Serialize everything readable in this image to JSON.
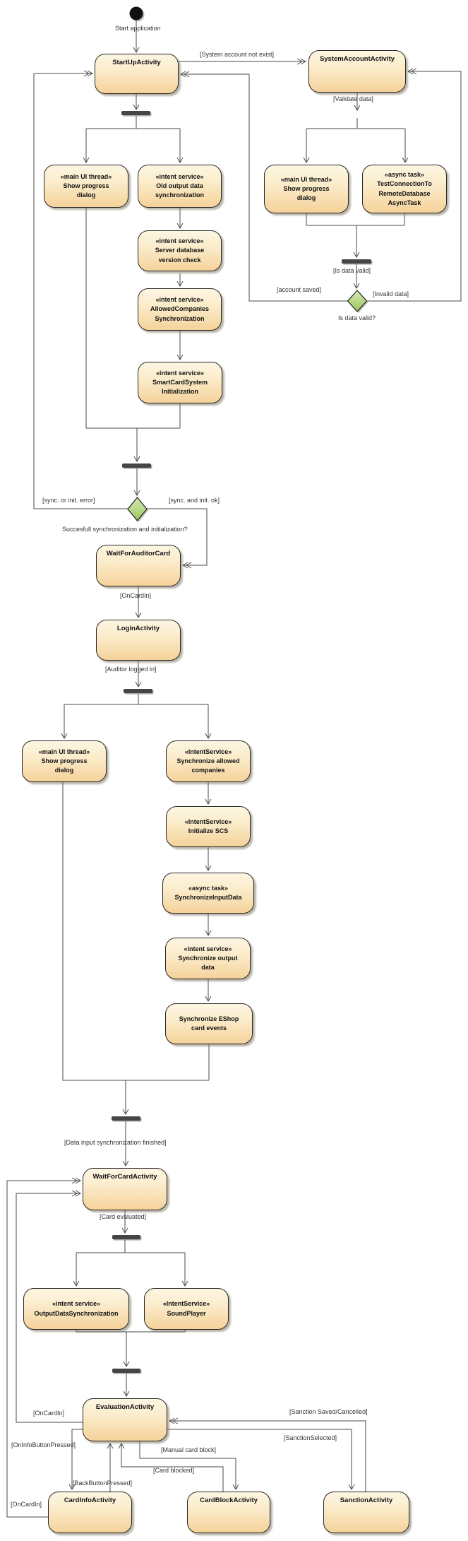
{
  "diagram": {
    "type": "uml-activity-diagram",
    "colors": {
      "node_fill_top": "#fdf6e3",
      "node_fill_bottom": "#f5d29a",
      "node_border": "#262626",
      "fork_join_bar": "#454545",
      "decision_fill_top": "#d8eab2",
      "decision_fill_bottom": "#97c55e",
      "edge_line": "#4a4a4a",
      "label_text": "#333333",
      "initial_node": "#111111"
    }
  },
  "nodes": {
    "startup": {
      "name": "StartUpActivity"
    },
    "system_account": {
      "name": "SystemAccountActivity"
    },
    "show_progress_1": {
      "stereotype": "«main UI thread»",
      "name": "Show progress\ndialog"
    },
    "old_output": {
      "stereotype": "«intent service»",
      "name": "Old output data\nsynchronization"
    },
    "server_db": {
      "stereotype": "«intent service»",
      "name": "Server database\nversion check"
    },
    "allowed_companies": {
      "stereotype": "«intent service»",
      "name": "AllowedCompanies\nSynchronization"
    },
    "smartcard": {
      "stereotype": "«intent service»",
      "name": "SmartCardSystem\nInitialization"
    },
    "show_progress_2": {
      "stereotype": "«main UI thread»",
      "name": "Show progress\ndialog"
    },
    "test_connection": {
      "stereotype": "«async task»",
      "name": "TestConnectionTo\nRemoteDatabase\nAsyncTask"
    },
    "wait_auditor": {
      "name": "WaitForAuditorCard"
    },
    "login": {
      "name": "LoginActivity"
    },
    "show_progress_3": {
      "stereotype": "«main UI thread»",
      "name": "Show progress\ndialog"
    },
    "sync_allowed": {
      "stereotype": "«IntentService»",
      "name": "Synchronize allowed\ncompanies"
    },
    "init_scs": {
      "stereotype": "«IntentService»",
      "name": "Initialize SCS"
    },
    "sync_input": {
      "stereotype": "«async task»",
      "name": "SynchronizeInputData"
    },
    "sync_output": {
      "stereotype": "«intent service»",
      "name": "Synchronize output\ndata"
    },
    "eshop": {
      "name": "Synchronize EShop\ncard events"
    },
    "wait_card": {
      "name": "WaitForCardActivity"
    },
    "output_data_sync": {
      "stereotype": "«intent service»",
      "name": "OutputDataSynchronization"
    },
    "soundplayer": {
      "stereotype": "«IntentService»",
      "name": "SoundPlayer"
    },
    "evaluation": {
      "name": "EvaluationActivity"
    },
    "card_info": {
      "name": "CardInfoActivity"
    },
    "card_block": {
      "name": "CardBlockActivity"
    },
    "sanction": {
      "name": "SanctionActivity"
    }
  },
  "decisions": {
    "data_valid": {
      "question": "Is data valid?"
    },
    "sync_ok": {
      "question": "Succesfull synchronization and initialization?"
    }
  },
  "edge_labels": {
    "start_application": "Start application",
    "system_account_not_exist": "[System account not exist]",
    "validate_data": "[Validate data]",
    "is_data_valid": "[Is data valid]",
    "account_saved": "[account saved]",
    "invalid_data": "[Invalid data]",
    "sync_or_init_error": "[sync. or init. error]",
    "sync_and_init_ok": "[sync. and init. ok]",
    "on_card_in_1": "[OnCardIn]",
    "auditor_logged_in": "[Auditor logged in]",
    "data_input_sync_finished": "[Data input synchronization finished]",
    "card_evaluated": "[Card evaluated]",
    "on_card_in_2": "[OnCardIn]",
    "sanction_saved_cancelled": "[Sanction Saved/Cancelled]",
    "sanction_selected": "[SanctionSelected]",
    "on_info_button_pressed": "[OnInfoButtonPressed]",
    "manual_card_block": "[Manual card block]",
    "card_blocked": "[Card blocked]",
    "back_button_pressed": "[BackButtonPressed]",
    "on_card_in_3": "[OnCardIn]"
  }
}
